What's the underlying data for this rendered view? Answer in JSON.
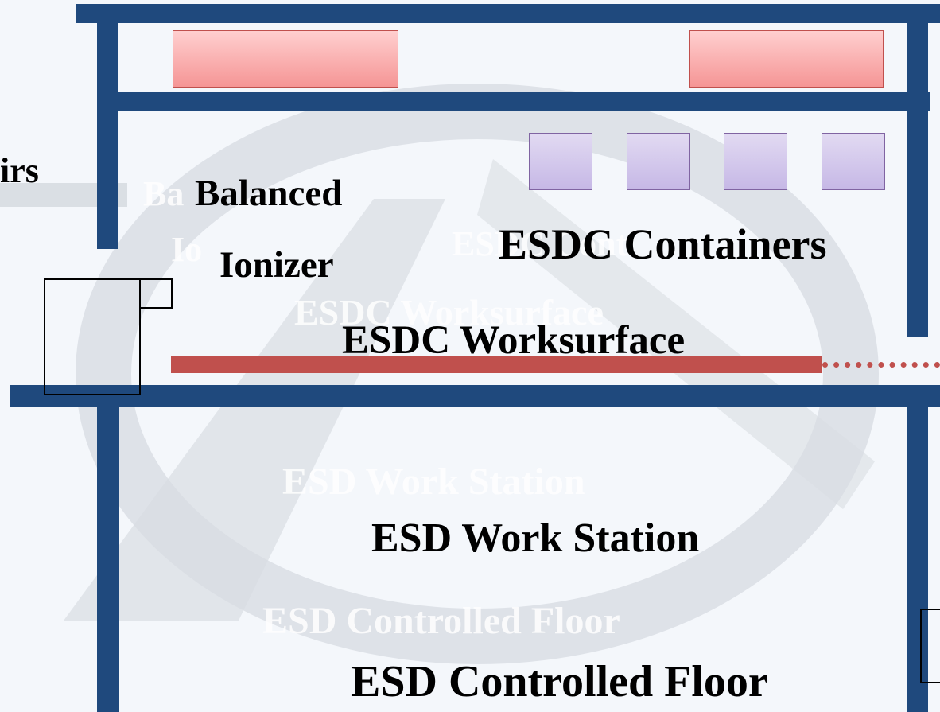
{
  "labels": {
    "chairs_partial": "irs",
    "balanced": "Balanced",
    "ionizer": "Ionizer",
    "esdc_containers": "ESDC Containers",
    "esdc_worksurface": "ESDC Worksurface",
    "esd_work_station": "ESD Work Station",
    "esd_controlled_floor": "ESD Controlled Floor"
  },
  "ghost_labels": {
    "balanced_partial": "Ba",
    "ionizer_partial": "Io",
    "esdc_containers_partial": "ESDC Cont",
    "esdc_worksurface": "ESDC Worksurface",
    "esd_work_station": "ESD Work Station",
    "esd_controlled_floor": "ESD Controlled Floor"
  },
  "colors": {
    "frame": "#1f497d",
    "shelf_item": "#f59595",
    "container": "#c6b8e6",
    "worksurface": "#c0504d",
    "background": "#f4f7fb"
  },
  "icons": {
    "watermark": "circular-logo-watermark"
  }
}
